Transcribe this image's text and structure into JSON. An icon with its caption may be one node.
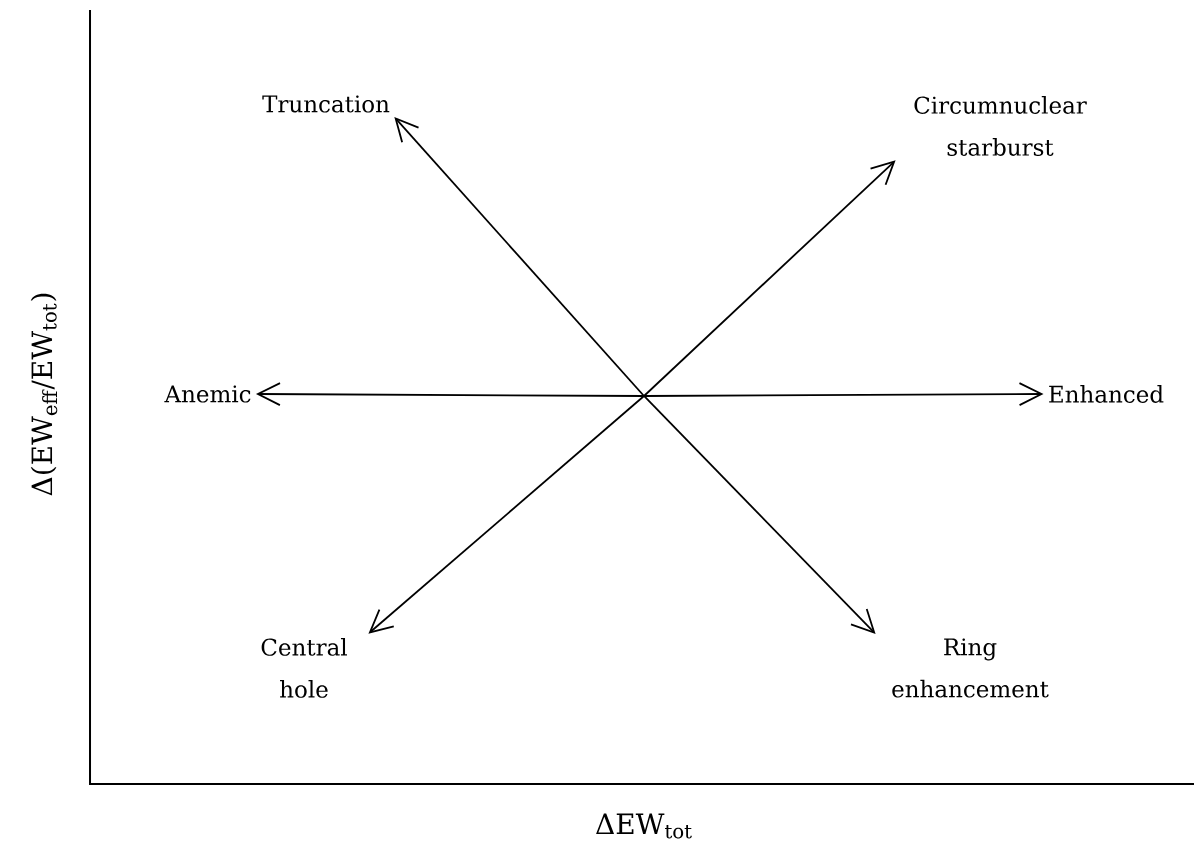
{
  "diagram": {
    "nodes": [
      {
        "text": [
          "Truncation"
        ]
      },
      {
        "text": [
          "Circumnuclear starburst"
        ]
      },
      {
        "text": [
          "Anemic"
        ]
      },
      {
        "text": [
          "Enhanced"
        ]
      },
      {
        "text": [
          "Central hole"
        ]
      },
      {
        "text": [
          "Ring enhancement"
        ]
      }
    ],
    "edges": [
      {
        "from": null,
        "to": 0,
        "arrow": "to"
      },
      {
        "from": null,
        "to": 1,
        "arrow": "to"
      },
      {
        "from": null,
        "to": 2,
        "arrow": "to"
      },
      {
        "from": null,
        "to": 3,
        "arrow": "to"
      },
      {
        "from": null,
        "to": 4,
        "arrow": "to"
      },
      {
        "from": null,
        "to": 5,
        "arrow": "to"
      }
    ],
    "labels": [
      "Δ(EW$_{eff}$/EW$_{tot}$)",
      "ΔEW$_{tot}$"
    ]
  }
}
